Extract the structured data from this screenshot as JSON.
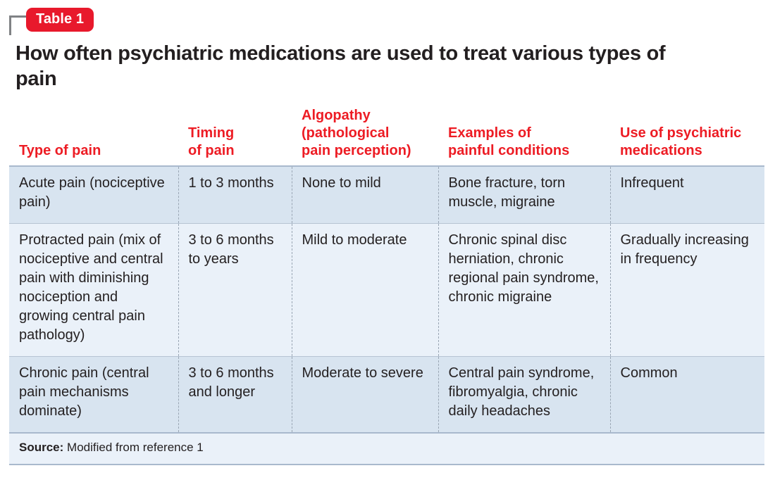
{
  "badge": {
    "label": "Table 1"
  },
  "title": "How often psychiatric medications are used to treat various types of pain",
  "colors": {
    "accent_red": "#e8192c",
    "header_red": "#ed1c24",
    "row_a_bg": "#d8e4f0",
    "row_b_bg": "#eaf1f9",
    "text": "#231f20",
    "rule": "#a9b9cd",
    "bracket": "#808285"
  },
  "table": {
    "headers": [
      "Type of pain",
      "Timing\nof pain",
      "Algopathy\n(pathological\npain perception)",
      "Examples of\npainful conditions",
      "Use of psychiatric\nmedications"
    ],
    "headers_flat": [
      "Type of pain",
      "Timing of pain",
      "Algopathy (pathological pain perception)",
      "Examples of painful conditions",
      "Use of psychiatric medications"
    ],
    "rows": [
      {
        "type_of_pain": "Acute pain (nociceptive pain)",
        "timing_of_pain": "1 to 3 months",
        "algopathy": "None to mild",
        "examples": "Bone fracture, torn muscle, migraine",
        "use_of_medications": "Infrequent"
      },
      {
        "type_of_pain": "Protracted pain (mix of nociceptive and central pain with diminishing nociception and growing central pain pathology)",
        "timing_of_pain": "3 to 6 months to years",
        "algopathy": "Mild to moderate",
        "examples": "Chronic spinal disc herniation, chronic regional pain syndrome, chronic migraine",
        "use_of_medications": "Gradually increasing in frequency"
      },
      {
        "type_of_pain": "Chronic pain (central pain mechanisms dominate)",
        "timing_of_pain": "3 to 6 months and longer",
        "algopathy": "Moderate to severe",
        "examples": "Central pain syndrome, fibromyalgia, chronic daily headaches",
        "use_of_medications": "Common"
      }
    ]
  },
  "source": {
    "label": "Source:",
    "text": "Modified from reference 1"
  }
}
